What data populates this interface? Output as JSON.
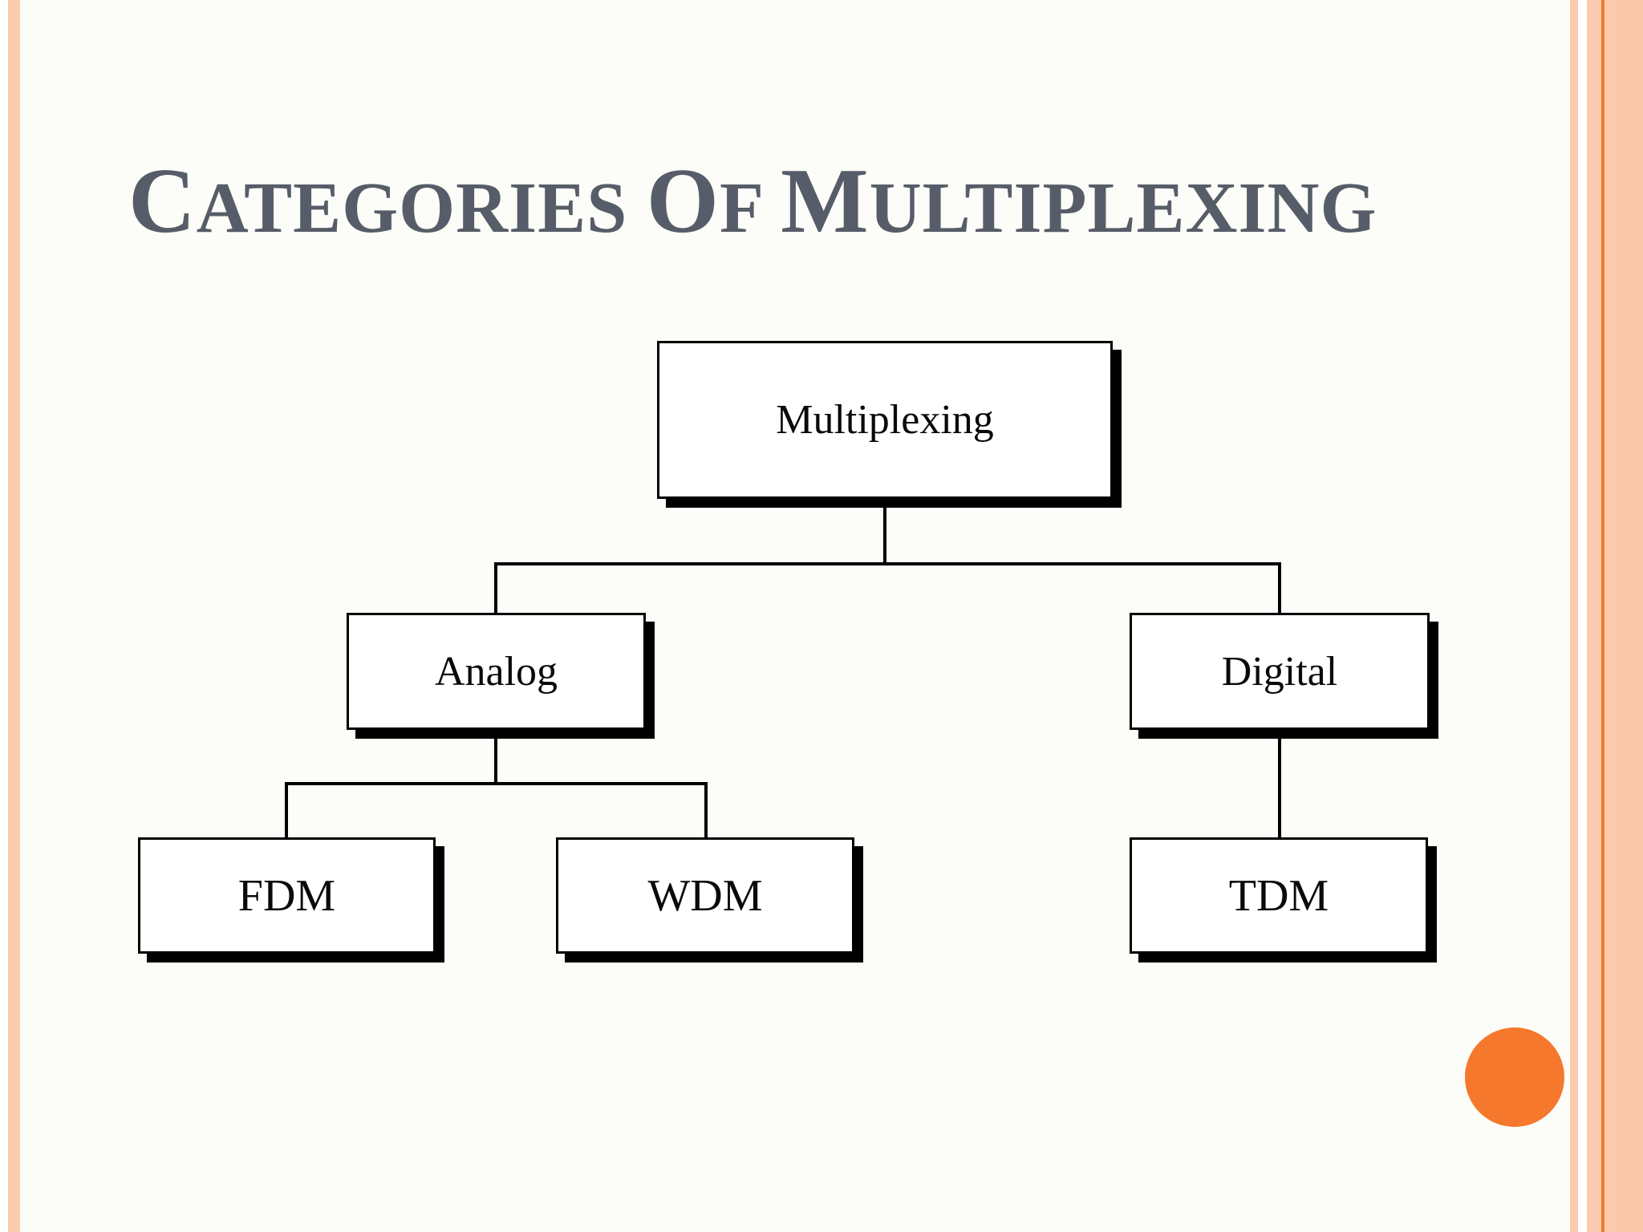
{
  "slide": {
    "title": "CATEGORIES OF MULTIPLEXING"
  },
  "diagram": {
    "type": "tree",
    "root": "Multiplexing",
    "nodes": [
      {
        "label": "Multiplexing"
      },
      {
        "label": "Analog"
      },
      {
        "label": "Digital"
      },
      {
        "label": "FDM"
      },
      {
        "label": "WDM"
      },
      {
        "label": "TDM"
      }
    ],
    "edges": [
      {
        "from": "Multiplexing",
        "to": "Analog"
      },
      {
        "from": "Multiplexing",
        "to": "Digital"
      },
      {
        "from": "Analog",
        "to": "FDM"
      },
      {
        "from": "Analog",
        "to": "WDM"
      },
      {
        "from": "Digital",
        "to": "TDM"
      }
    ]
  },
  "theme": {
    "background": "#FCFDF8",
    "stripe_peach": "#FACBAE",
    "stripe_orange_line": "#ED7C31",
    "accent_circle": "#F5782D",
    "title_color": "#575D68",
    "box_fill": "#FFFFFF",
    "box_border": "#000000"
  }
}
